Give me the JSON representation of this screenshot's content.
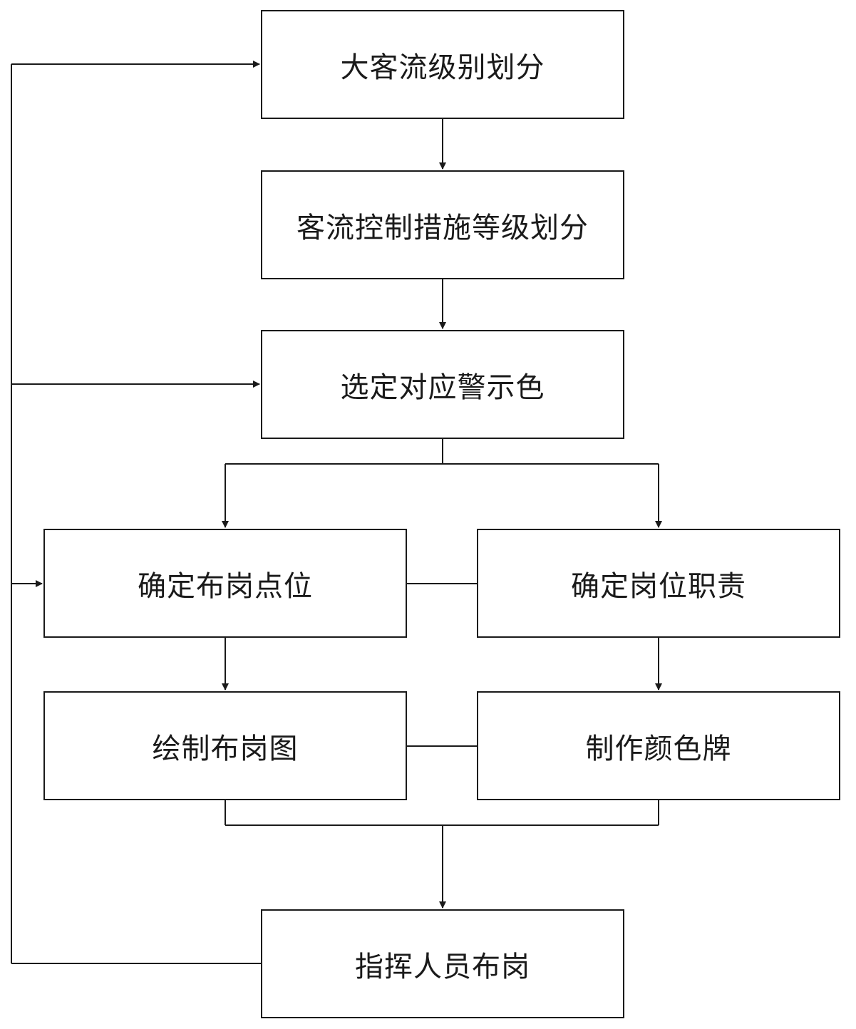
{
  "diagram": {
    "nodes": [
      {
        "id": "b1",
        "label": "大客流级别划分"
      },
      {
        "id": "b2",
        "label": "客流控制措施等级划分"
      },
      {
        "id": "b3",
        "label": "选定对应警示色"
      },
      {
        "id": "b4",
        "label": "确定布岗点位"
      },
      {
        "id": "b5",
        "label": "确定岗位职责"
      },
      {
        "id": "b6",
        "label": "绘制布岗图"
      },
      {
        "id": "b7",
        "label": "制作颜色牌"
      },
      {
        "id": "b8",
        "label": "指挥人员布岗"
      }
    ],
    "edges": [
      {
        "from": "b1",
        "to": "b2",
        "arrow": true
      },
      {
        "from": "b2",
        "to": "b3",
        "arrow": true
      },
      {
        "from": "b3",
        "to": "b4",
        "arrow": true
      },
      {
        "from": "b3",
        "to": "b5",
        "arrow": true
      },
      {
        "from": "b4",
        "to": "b5",
        "arrow": false
      },
      {
        "from": "b4",
        "to": "b6",
        "arrow": true
      },
      {
        "from": "b5",
        "to": "b7",
        "arrow": true
      },
      {
        "from": "b6",
        "to": "b7",
        "arrow": false
      },
      {
        "from": "b6",
        "to": "b8",
        "arrow": true
      },
      {
        "from": "b7",
        "to": "b8",
        "arrow": true
      },
      {
        "from": "b8",
        "to": "b1",
        "arrow": true,
        "route": "feedback-left"
      },
      {
        "from": "b8",
        "to": "b3",
        "arrow": true,
        "route": "feedback-left"
      },
      {
        "from": "b8",
        "to": "b4",
        "arrow": true,
        "route": "feedback-left"
      }
    ],
    "colors": {
      "line": "#1a1a1a",
      "box_border": "#1a1a1a",
      "background": "#ffffff",
      "text": "#1a1a1a"
    }
  }
}
